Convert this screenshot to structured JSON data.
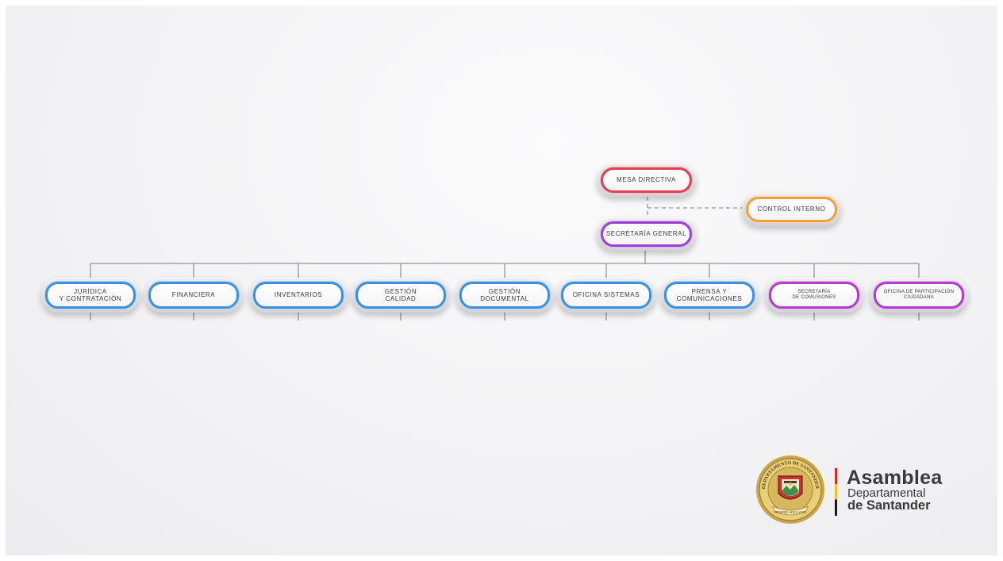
{
  "colors": {
    "mesa": "#e0414f",
    "control": "#f0a040",
    "secretaria": "#9b3fd6",
    "department": "#3d8fe0",
    "commission": "#b23ccc",
    "lines": "#7a7a7a"
  },
  "org": {
    "root": {
      "label": "MESA DIRECTIVA",
      "color": "red"
    },
    "control": {
      "label": "CONTROL INTERNO",
      "color": "orange"
    },
    "secretaria": {
      "label": "SECRETARÍA GENERAL",
      "color": "purple"
    },
    "departments": [
      {
        "label": "JURÍDICA\nY CONTRATACIÓN",
        "color": "blue"
      },
      {
        "label": "FINANCIERA",
        "color": "blue"
      },
      {
        "label": "INVENTARIOS",
        "color": "blue"
      },
      {
        "label": "GESTIÓN\nCALIDAD",
        "color": "blue"
      },
      {
        "label": "GESTIÓN\nDOCUMENTAL",
        "color": "blue"
      },
      {
        "label": "OFICINA SISTEMAS",
        "color": "blue"
      },
      {
        "label": "PRENSA Y\nCOMUNICACIONES",
        "color": "blue"
      },
      {
        "label": "SECRETARÍA\nDE COMUSIONES",
        "color": "magenta"
      },
      {
        "label": "OFICINA DE PARTICIPACIÓN\nCIUDADANA",
        "color": "magenta"
      }
    ]
  },
  "logo": {
    "line1": "Asamblea",
    "line2": "Departamental",
    "line3": "de Santander",
    "seal_text_top": "DEPARTAMENTO DE SANTANDER",
    "seal_text_bottom": "SIEMPRE ADELANTE"
  }
}
